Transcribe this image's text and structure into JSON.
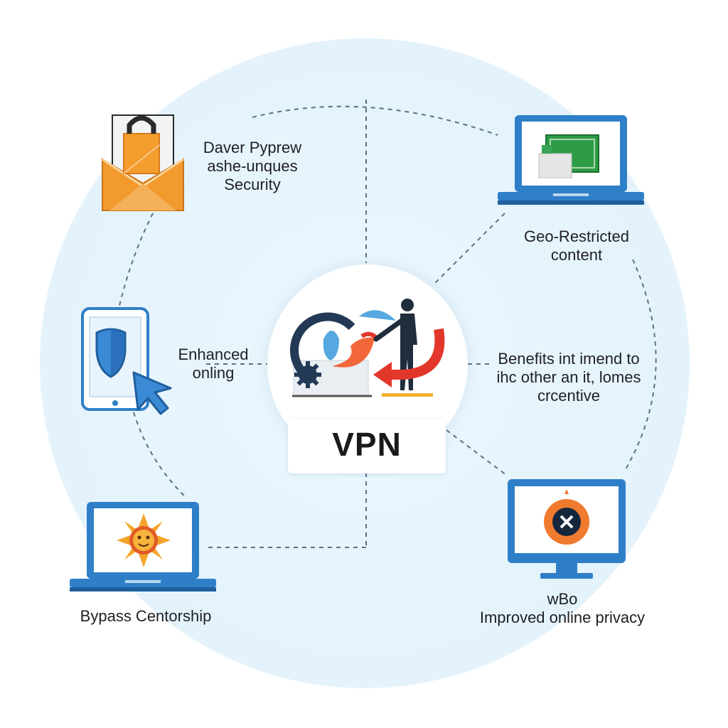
{
  "center": {
    "title": "VPN"
  },
  "benefits": {
    "security": {
      "lines": [
        "Daver Pyprew",
        "ashe-unques",
        "Security"
      ]
    },
    "geo": {
      "lines": [
        "Geo-Restricted",
        "content"
      ]
    },
    "enhanced": {
      "lines": [
        "Enhanced",
        "onling"
      ]
    },
    "benefits_text": {
      "lines": [
        "Benefits int imend to",
        "ihc other an it, lomes",
        "crcentive"
      ]
    },
    "censorship": {
      "lines": [
        "Bypass Centorship"
      ]
    },
    "privacy": {
      "lines": [
        "wBo",
        "Improved online privacy"
      ]
    }
  },
  "icons": {
    "top_left": "envelope-lock-icon",
    "top_right": "laptop-map-icon",
    "mid_left": "tablet-shield-icon",
    "bottom_left": "laptop-sun-icon",
    "bottom_right": "monitor-blocked-icon",
    "center": "vpn-connection-icon"
  },
  "colors": {
    "background_circle": "#e6f4fb",
    "device_blue": "#2f7fc8",
    "accent_orange": "#f29a2e",
    "accent_red": "#e3372b",
    "dashed_line": "#5b6f86"
  }
}
